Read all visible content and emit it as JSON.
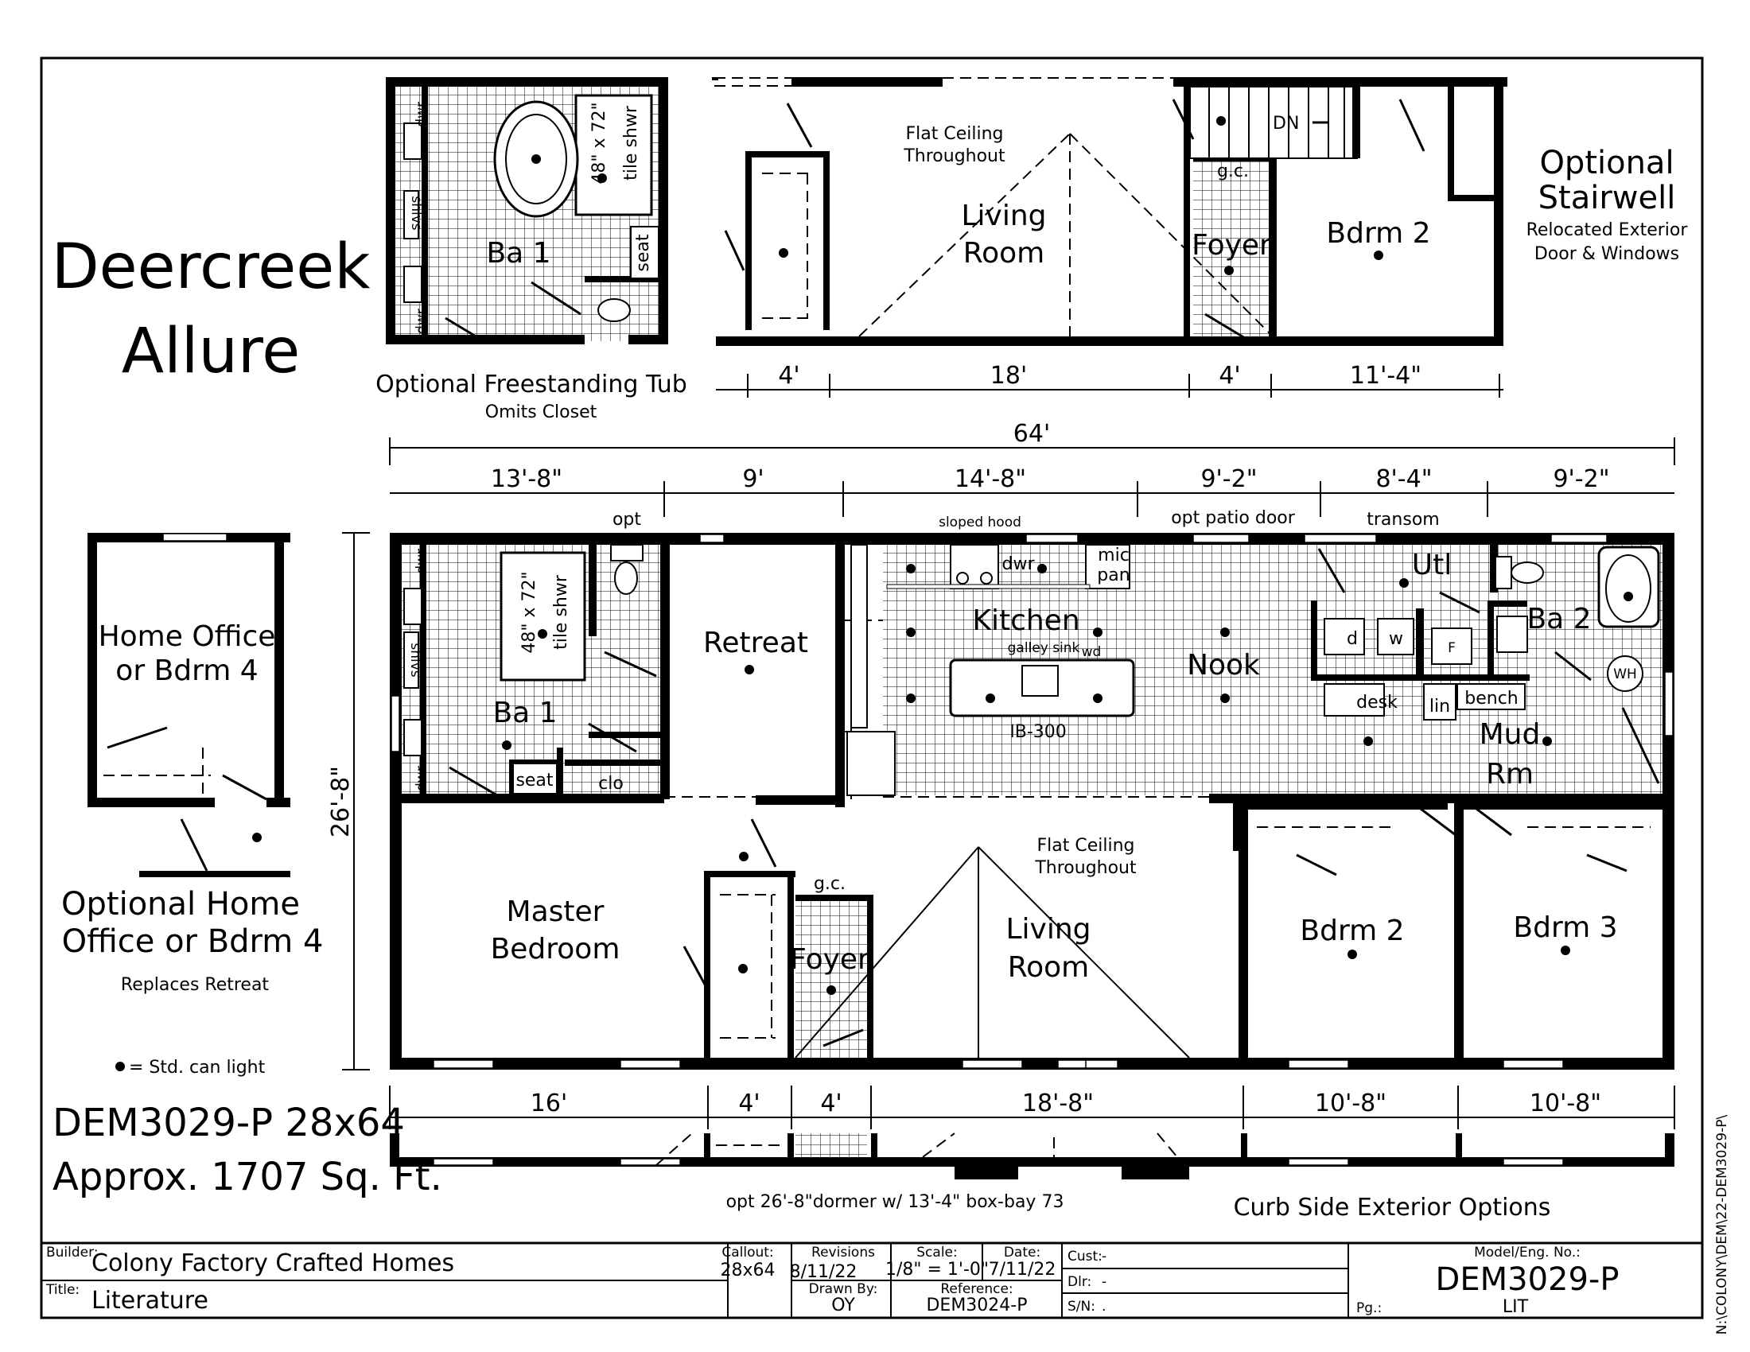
{
  "plan_name": [
    "Deercreek",
    "Allure"
  ],
  "model_line": "DEM3029-P 28x64",
  "sqft": "Approx. 1707 Sq. Ft.",
  "legend": "= Std. can light",
  "options": {
    "freestanding_tub": {
      "title": "Optional Freestanding Tub",
      "subtitle": "Omits Closet"
    },
    "stairwell": {
      "title": [
        "Optional",
        "Stairwell"
      ],
      "subtitle": [
        "Relocated Exterior",
        "Door & Windows"
      ]
    },
    "home_office": {
      "title": [
        "Optional Home",
        "Office or Bdrm 4"
      ],
      "subtitle": "Replaces Retreat",
      "room": [
        "Home Office",
        "or Bdrm 4"
      ]
    },
    "curb_side": "Curb Side Exterior Options",
    "dormer_note": "opt 26'-8\"dormer w/ 13'-4\" box-bay 73"
  },
  "rooms": {
    "ba1": "Ba 1",
    "retreat": "Retreat",
    "kitchen": "Kitchen",
    "nook": "Nook",
    "utl": "Utl",
    "ba2": "Ba 2",
    "mud": [
      "Mud",
      "Rm"
    ],
    "master": [
      "Master",
      "Bedroom"
    ],
    "foyer": "Foyer",
    "living": [
      "Living",
      "Room"
    ],
    "bdrm2": "Bdrm 2",
    "bdrm3": "Bdrm 3",
    "flat_ceiling": [
      "Flat Ceiling",
      "Throughout"
    ]
  },
  "fixtures": {
    "shower": [
      "48\" x 72\"",
      "tile shwr"
    ],
    "shlvs": "shlvs",
    "dwr": "dwr",
    "seat": "seat",
    "clo": "clo",
    "opt": "opt",
    "sloped_hood": "sloped hood",
    "opt_patio_door": "opt patio door",
    "transom": "transom",
    "mic_pan": [
      "mic",
      "pan"
    ],
    "galley_sink": "galley sink",
    "wd": "wd",
    "island": "IB-300",
    "d": "d",
    "w": "w",
    "f": "F",
    "desk": "desk",
    "lin": "lin",
    "bench": "bench",
    "wh": "WH",
    "gc": "g.c.",
    "dn": "DN"
  },
  "dimensions": {
    "overall_width": "64'",
    "overall_depth": "26'-8\"",
    "top": [
      "13'-8\"",
      "9'",
      "14'-8\"",
      "9'-2\"",
      "8'-4\"",
      "9'-2\""
    ],
    "bottom": [
      "16'",
      "4'",
      "4'",
      "18'-8\"",
      "10'-8\"",
      "10'-8\""
    ],
    "stairwell": [
      "4'",
      "18'",
      "4'",
      "11'-4\""
    ]
  },
  "title_block": {
    "builder_label": "Builder:",
    "builder": "Colony Factory Crafted Homes",
    "title_label": "Title:",
    "title": "Literature",
    "callout_label": "Callout:",
    "callout": "28x64",
    "revisions_label": "Revisions",
    "revisions": "8/11/22",
    "drawn_label": "Drawn By:",
    "drawn": "OY",
    "scale_label": "Scale:",
    "scale": "1/8\" = 1'-0\"",
    "date_label": "Date:",
    "date": "7/11/22",
    "reference_label": "Reference:",
    "reference": "DEM3024-P",
    "cust_label": "Cust:",
    "cust": "-",
    "dlr_label": "Dlr:",
    "dlr": "-",
    "sn_label": "S/N:",
    "sn": ".",
    "model_label": "Model/Eng. No.:",
    "model": "DEM3029-P",
    "pg_label": "Pg.:",
    "pg": "LIT"
  },
  "side_file_path": "N:\\COLONY\\DEM\\22-DEM3029-P\\"
}
